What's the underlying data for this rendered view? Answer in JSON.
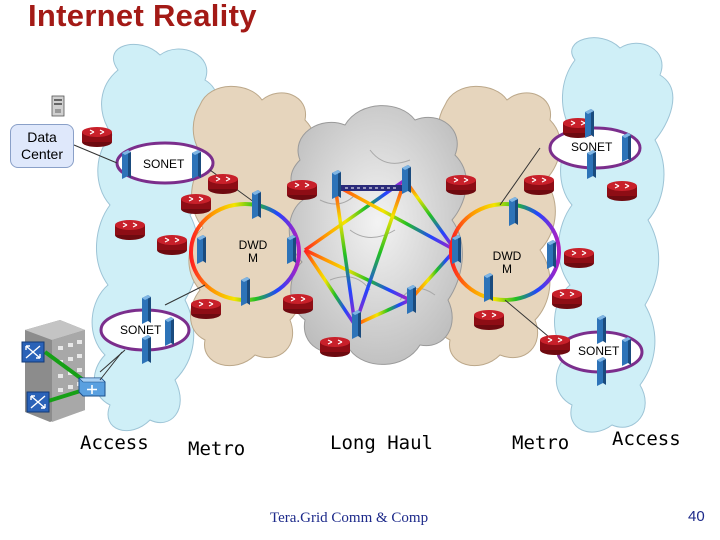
{
  "title": "Internet Reality",
  "data_center": "Data\nCenter",
  "labels": {
    "sonet_top_left": "SONET",
    "sonet_top_right": "SONET",
    "sonet_bottom_left": "SONET",
    "sonet_bottom_right": "SONET",
    "dwdm_left_1": "DWD",
    "dwdm_left_2": "M",
    "dwdm_right_1": "DWD",
    "dwdm_right_2": "M"
  },
  "regions": {
    "access_left": "Access",
    "metro_left": "Metro",
    "long_haul": "Long Haul",
    "metro_right": "Metro",
    "access_right": "Access"
  },
  "footer": "Tera.Grid Comm & Comp",
  "page_number": "40",
  "colors": {
    "title": "#a31a16",
    "cloud_fill": "#cfeff7",
    "metro_fill": "#e6d5bd",
    "longhaul_fill": "#d9d9d9",
    "router": "#b0121b",
    "footer_text": "#1d2a8a"
  }
}
